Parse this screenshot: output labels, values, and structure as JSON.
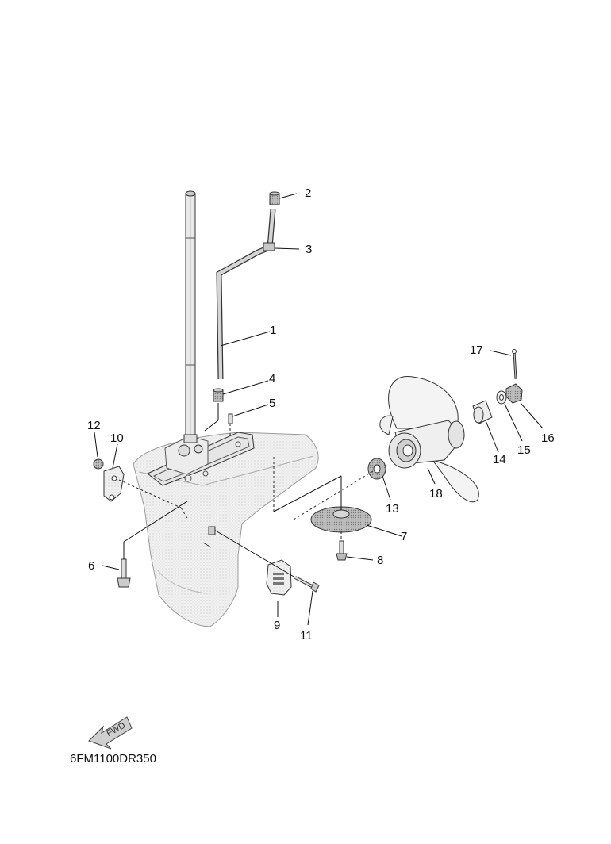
{
  "diagram_code": "6FM1100DR350",
  "fwd_label": "FWD",
  "callouts": [
    "1",
    "2",
    "3",
    "4",
    "5",
    "6",
    "7",
    "8",
    "9",
    "10",
    "11",
    "12",
    "13",
    "14",
    "15",
    "16",
    "17",
    "18"
  ],
  "colors": {
    "line": "#111111",
    "part": "#d9d9d9",
    "housing": "#ededed",
    "background": "#ffffff"
  }
}
